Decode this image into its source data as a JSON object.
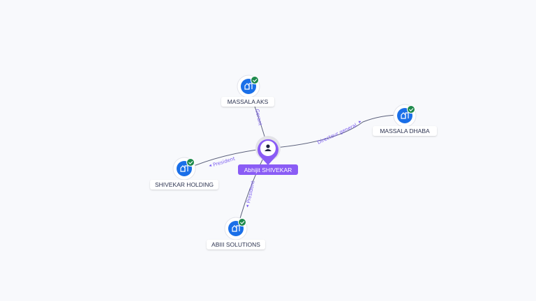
{
  "center": {
    "name": "Abhijit SHIVEKAR",
    "icon": "person-icon",
    "color": "#8a5cf5"
  },
  "companies": [
    {
      "name": "MASSALA AKS",
      "role": "Gerant",
      "verified": true
    },
    {
      "name": "MASSALA DHABA",
      "role": "Directeur general",
      "verified": true
    },
    {
      "name": "SHIVEKAR HOLDING",
      "role": "President",
      "verified": true
    },
    {
      "name": "ABIII SOLUTIONS",
      "role": "President",
      "verified": true
    }
  ],
  "colors": {
    "company": "#1a6fe8",
    "verified": "#1e8a4c",
    "edge_label": "#7b5cf0"
  }
}
